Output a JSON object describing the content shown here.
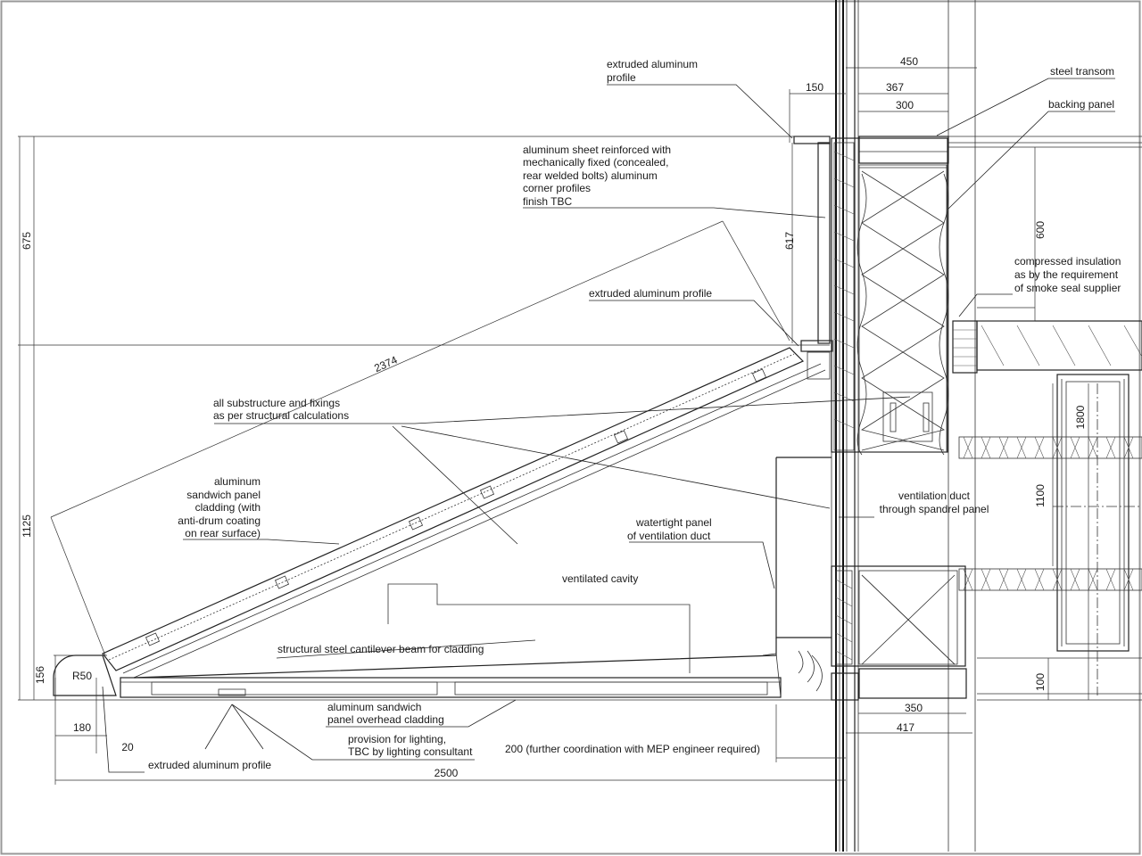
{
  "annotations": {
    "extruded_profile_top": [
      "extruded aluminum",
      "profile"
    ],
    "steel_transom": "steel transom",
    "backing_panel": "backing panel",
    "aluminum_sheet": [
      "aluminum sheet reinforced with",
      "mechanically fixed (concealed,",
      "rear welded bolts) aluminum",
      "corner profiles",
      "finish TBC"
    ],
    "compressed_insulation": [
      "compressed insulation",
      "as by the requirement",
      "of smoke seal supplier"
    ],
    "extruded_profile_mid": "extruded aluminum profile",
    "substructure": [
      "all substructure and fixings",
      "as per structural calculations"
    ],
    "sandwich_cladding": [
      "aluminum",
      "sandwich panel",
      "cladding (with",
      "anti-drum coating",
      "on rear surface)"
    ],
    "ventilation_duct": [
      "ventilation duct",
      "through spandrel panel"
    ],
    "watertight_panel": [
      "watertight panel",
      "of ventilation duct"
    ],
    "ventilated_cavity": "ventilated cavity",
    "cantilever_beam": "structural steel cantilever beam for cladding",
    "overhead_cladding": [
      "aluminum sandwich",
      "panel overhead cladding"
    ],
    "lighting": [
      "provision for lighting,",
      "TBC by lighting consultant"
    ],
    "mep_note": "200 (further coordination with MEP engineer required)",
    "extruded_profile_bottom": "extruded aluminum profile"
  },
  "dimensions": {
    "d450": "450",
    "d150": "150",
    "d367": "367",
    "d300": "300",
    "d675": "675",
    "d617": "617",
    "d600": "600",
    "d2374": "2374",
    "d1800": "1800",
    "d1100": "1100",
    "d1125": "1125",
    "d156": "156",
    "r50": "R50",
    "d100": "100",
    "d350": "350",
    "d417": "417",
    "d180": "180",
    "d20": "20",
    "d2500": "2500"
  }
}
